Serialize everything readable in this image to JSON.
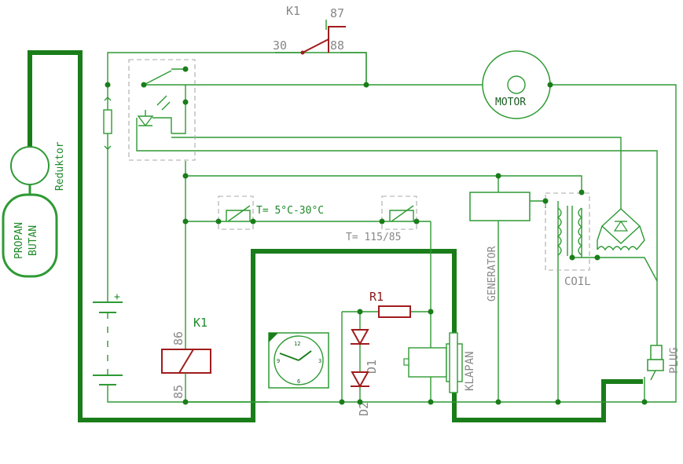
{
  "labels": {
    "k1_top": "K1",
    "k1_side": "K1",
    "pin_30": "30",
    "pin_87": "87",
    "pin_88": "88",
    "pin_86": "86",
    "pin_85": "85",
    "motor": "MOTOR",
    "propan": "PROPAN",
    "butan": "BUTAN",
    "reduktor": "Reduktor",
    "thermo_low": "T= 5°C-30°C",
    "thermo_high": "T= 115/85",
    "generator": "GENERATOR",
    "coil": "COIL",
    "plug": "PLUG",
    "klapan": "KLAPAN",
    "r1": "R1",
    "d1": "D1",
    "d2": "D2",
    "battery_plus": "+",
    "clock_12": "12",
    "clock_3": "3",
    "clock_6": "6",
    "clock_9": "9"
  },
  "colors": {
    "wire": "#2e9a34",
    "ground_bus": "#1a7d1a",
    "component_red": "#a01c1c",
    "module_outline": "#aaaaaa"
  }
}
